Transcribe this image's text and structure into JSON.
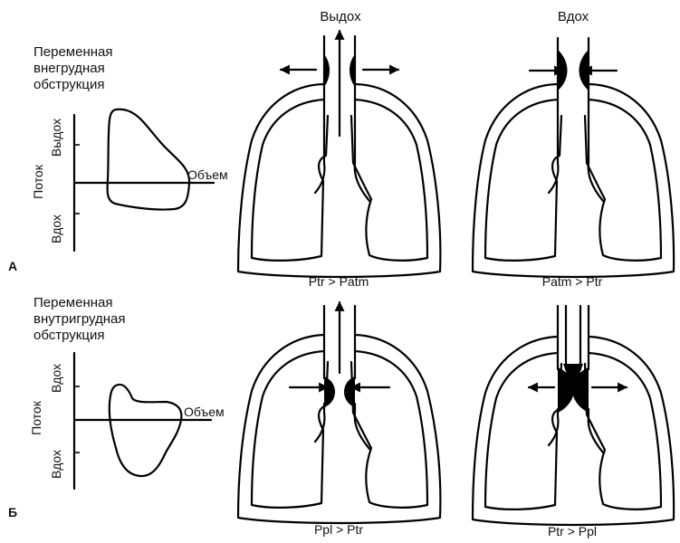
{
  "panels": [
    {
      "letter": "А",
      "title_lines": [
        "Переменная",
        "внегрудная",
        "обструкция"
      ],
      "axis_label": "Поток",
      "upper_label": "Выдох",
      "lower_label": "Вдох",
      "volume_label": "Объем",
      "diagrams": [
        {
          "label": "Выдох",
          "caption": "Ptr > Patm"
        },
        {
          "label": "Вдох",
          "caption": "Patm > Ptr"
        }
      ]
    },
    {
      "letter": "Б",
      "title_lines": [
        "Переменная",
        "внутригрудная",
        "обструкция"
      ],
      "axis_label": "Поток",
      "upper_label": "Вдох",
      "lower_label": "Вдох",
      "volume_label": "Объем",
      "diagrams": [
        {
          "caption": "Ppl > Ptr"
        },
        {
          "caption": "Ptr > Ppl"
        }
      ]
    }
  ]
}
